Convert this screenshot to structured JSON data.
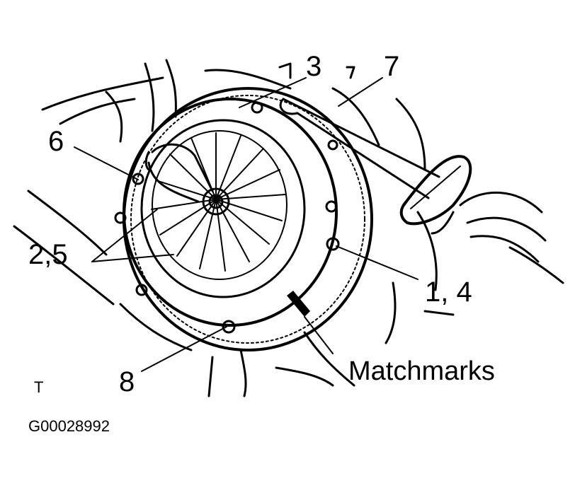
{
  "callouts": {
    "c3": "3",
    "c7": "7",
    "c6": "6",
    "c25": "2,5",
    "c14": "1, 4",
    "c8": "8",
    "matchmarks": "Matchmarks"
  },
  "corner_mark": "T",
  "figure_id": "G00028992"
}
